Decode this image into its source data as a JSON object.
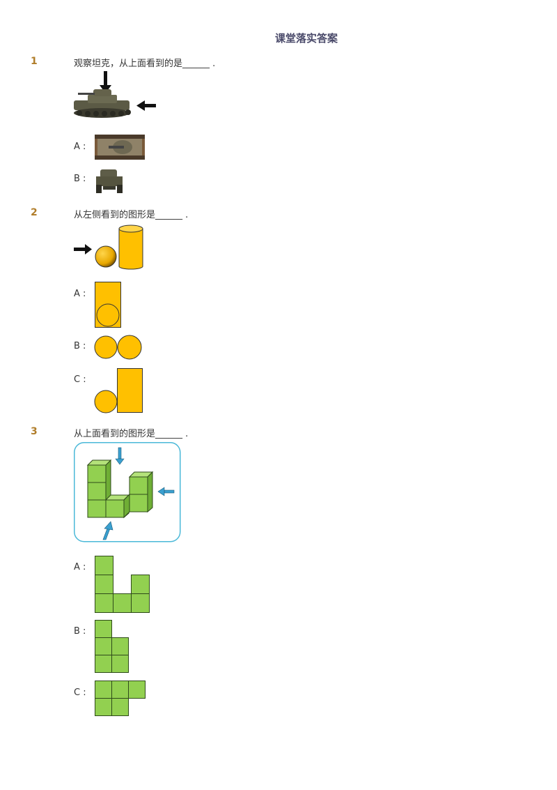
{
  "page_title": "课堂落实答案",
  "questions": [
    {
      "number": "1",
      "text": "观察坦克，从上面看到的是______ .",
      "options": [
        {
          "label": "A :"
        },
        {
          "label": "B :"
        }
      ]
    },
    {
      "number": "2",
      "text": "从左侧看到的图形是______ .",
      "options": [
        {
          "label": "A :"
        },
        {
          "label": "B :"
        },
        {
          "label": "C :"
        }
      ]
    },
    {
      "number": "3",
      "text": "从上面看到的图形是______ .",
      "options": [
        {
          "label": "A :"
        },
        {
          "label": "B :"
        },
        {
          "label": "C :"
        }
      ]
    }
  ],
  "colors": {
    "accent_number": "#b07d2a",
    "shape_yellow": "#ffc000",
    "cube_green": "#92d050",
    "frame_blue": "#4ab8d8",
    "arrow_blue": "#3aa0d0"
  }
}
